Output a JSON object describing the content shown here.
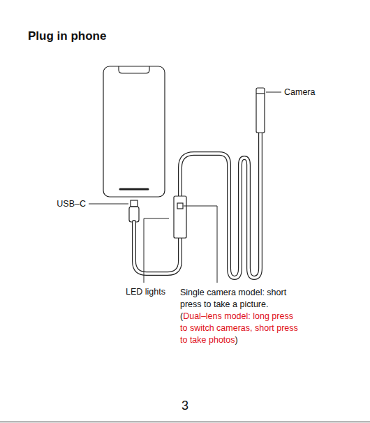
{
  "diagram": {
    "title": "Plug in phone",
    "labels": [
      "Camera",
      "USB–C",
      "LED lights",
      "Single camera model: short press to take a picture.",
      "(",
      "Dual–lens model: long press to switch cameras, short press to take photos",
      ")",
      "3"
    ]
  }
}
